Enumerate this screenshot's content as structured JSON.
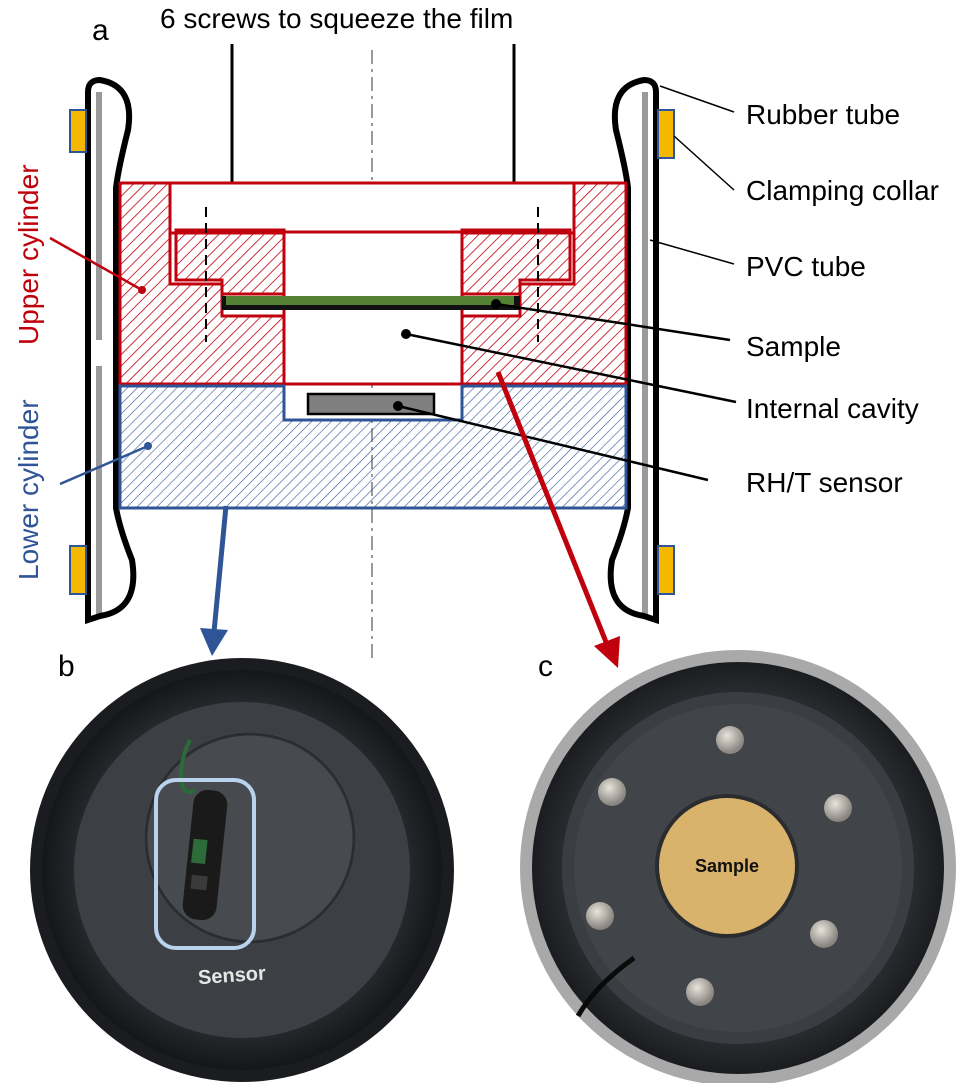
{
  "panels": {
    "a": "a",
    "b": "b",
    "c": "c"
  },
  "annotations": {
    "screws": "6 screws to squeeze the film",
    "rubber_tube": "Rubber tube",
    "clamping_collar": "Clamping collar",
    "pvc_tube": "PVC tube",
    "sample": "Sample",
    "internal_cavity": "Internal cavity",
    "rh_t_sensor": "RH/T sensor",
    "upper_cylinder": "Upper cylinder",
    "lower_cylinder": "Lower cylinder"
  },
  "photos": {
    "b_label": "Sensor",
    "c_label": "Sample"
  },
  "colors": {
    "upper": "#c0000c",
    "lower": "#2f5597",
    "sample_film": "#548235",
    "collar": "#f5b800",
    "sample_disk": "#d9b36b",
    "tube_gray": "#9a9a9a"
  }
}
